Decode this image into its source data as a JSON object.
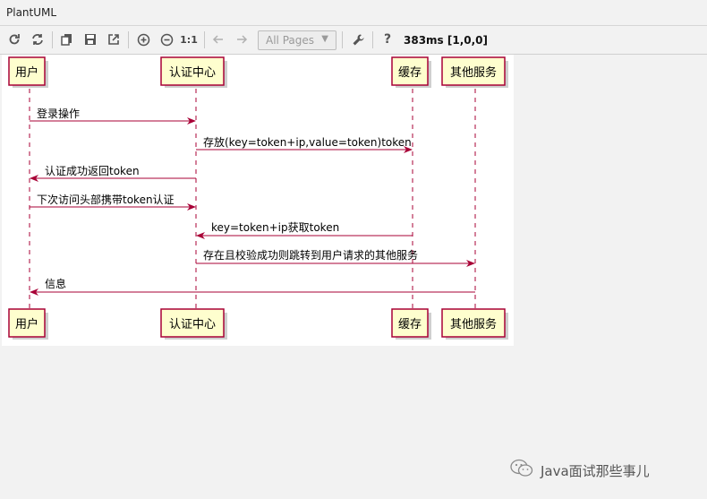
{
  "window": {
    "title": "PlantUML"
  },
  "toolbar": {
    "pages_select": "All Pages",
    "timing": "383ms [1,0,0]",
    "zoom_actual": "1:1",
    "help": "?"
  },
  "diagram": {
    "participants": [
      "用户",
      "认证中心",
      "缓存",
      "其他服务"
    ],
    "messages": [
      {
        "from": "用户",
        "to": "认证中心",
        "label": "登录操作"
      },
      {
        "from": "认证中心",
        "to": "缓存",
        "label": "存放(key=token+ip,value=token)token"
      },
      {
        "from": "认证中心",
        "to": "用户",
        "label": "认证成功返回token"
      },
      {
        "from": "用户",
        "to": "认证中心",
        "label": "下次访问头部携带token认证"
      },
      {
        "from": "缓存",
        "to": "认证中心",
        "label": "key=token+ip获取token"
      },
      {
        "from": "认证中心",
        "to": "其他服务",
        "label": "存在且校验成功则跳转到用户请求的其他服务"
      },
      {
        "from": "其他服务",
        "to": "用户",
        "label": "信息"
      }
    ],
    "colors": {
      "participant_fill": "#fefece",
      "participant_border": "#a80036",
      "arrow": "#a80036"
    }
  },
  "watermark": {
    "text": "Java面试那些事儿"
  }
}
